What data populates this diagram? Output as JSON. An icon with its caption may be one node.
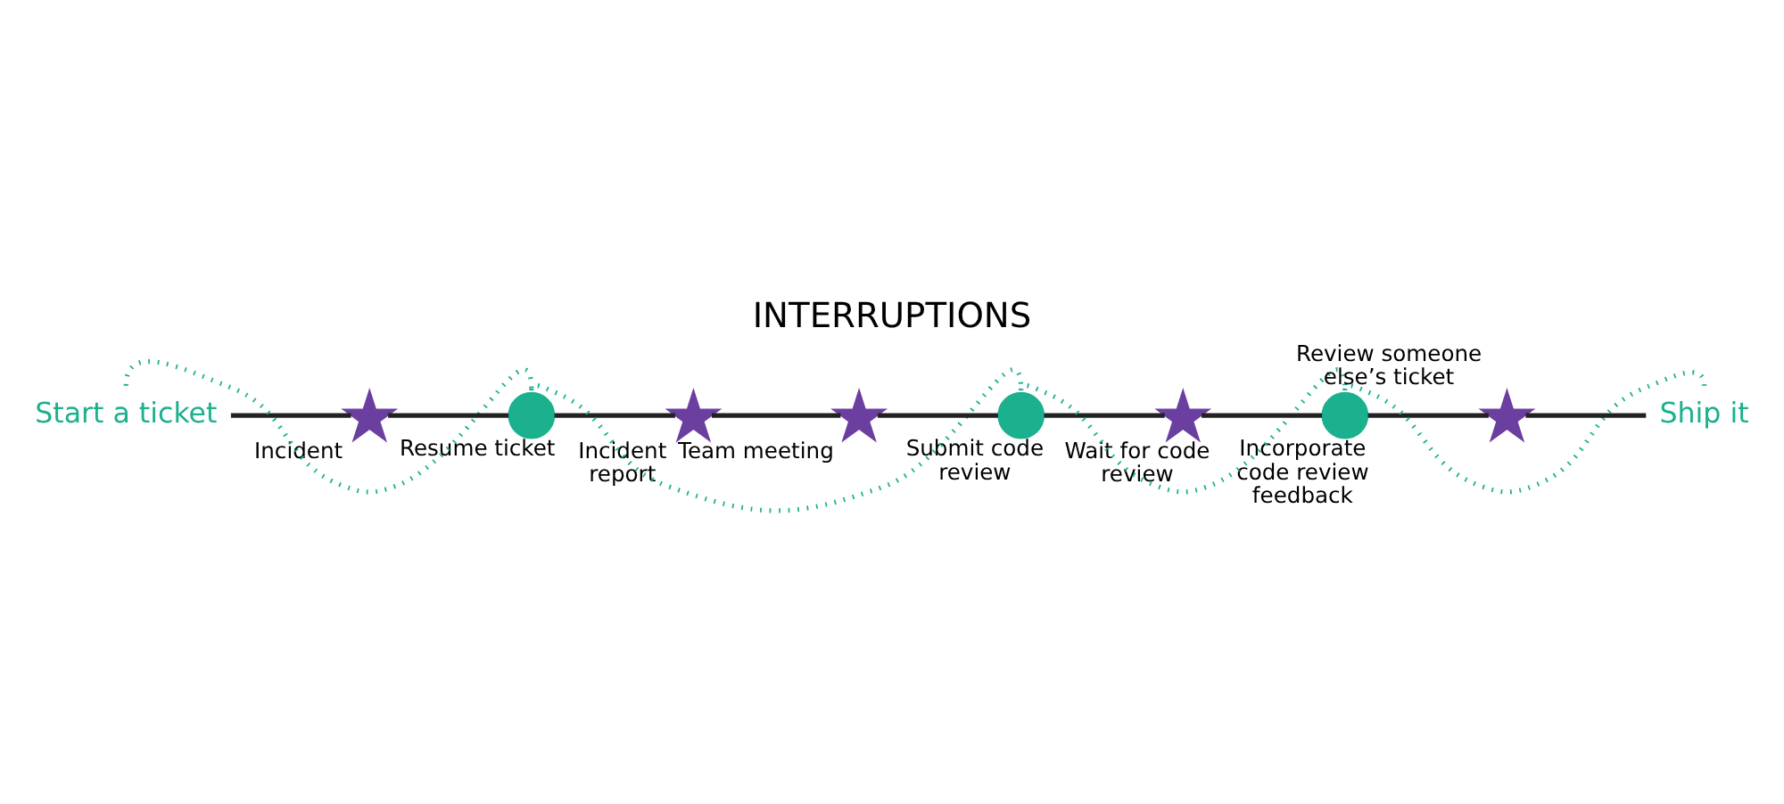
{
  "diagram": {
    "title": "INTERRUPTIONS",
    "nodes": [
      {
        "text": [
          "Start a ticket"
        ]
      },
      {
        "text": [
          "Incident"
        ]
      },
      {
        "text": [
          "Resume ticket"
        ]
      },
      {
        "text": [
          "Incident report"
        ]
      },
      {
        "text": [
          "Team meeting"
        ]
      },
      {
        "text": [
          "Submit code review"
        ]
      },
      {
        "text": [
          "Wait for code review"
        ]
      },
      {
        "text": [
          "Incorporate code review feedback"
        ]
      },
      {
        "text": [
          "Review someone else’s ticket"
        ]
      },
      {
        "text": [
          "Ship it"
        ]
      }
    ],
    "edges": [
      {
        "from": 0,
        "to": 2,
        "arrow": "none",
        "style": "dashed",
        "color": "#1bb08e"
      },
      {
        "from": 2,
        "to": 5,
        "arrow": "none",
        "style": "dashed",
        "color": "#1bb08e"
      },
      {
        "from": 5,
        "to": 7,
        "arrow": "none",
        "style": "dashed",
        "color": "#1bb08e"
      },
      {
        "from": 7,
        "to": 9,
        "arrow": "none",
        "style": "dashed",
        "color": "#1bb08e"
      },
      {
        "from": 0,
        "to": 1,
        "arrow": "none"
      },
      {
        "from": 1,
        "to": 2,
        "arrow": "none"
      },
      {
        "from": 2,
        "to": 3,
        "arrow": "none"
      },
      {
        "from": 3,
        "to": 4,
        "arrow": "none"
      },
      {
        "from": 4,
        "to": 5,
        "arrow": "none"
      },
      {
        "from": 5,
        "to": 6,
        "arrow": "none"
      },
      {
        "from": 6,
        "to": 7,
        "arrow": "none"
      },
      {
        "from": 7,
        "to": 8,
        "arrow": "none"
      },
      {
        "from": 8,
        "to": 9,
        "arrow": "none"
      }
    ]
  }
}
